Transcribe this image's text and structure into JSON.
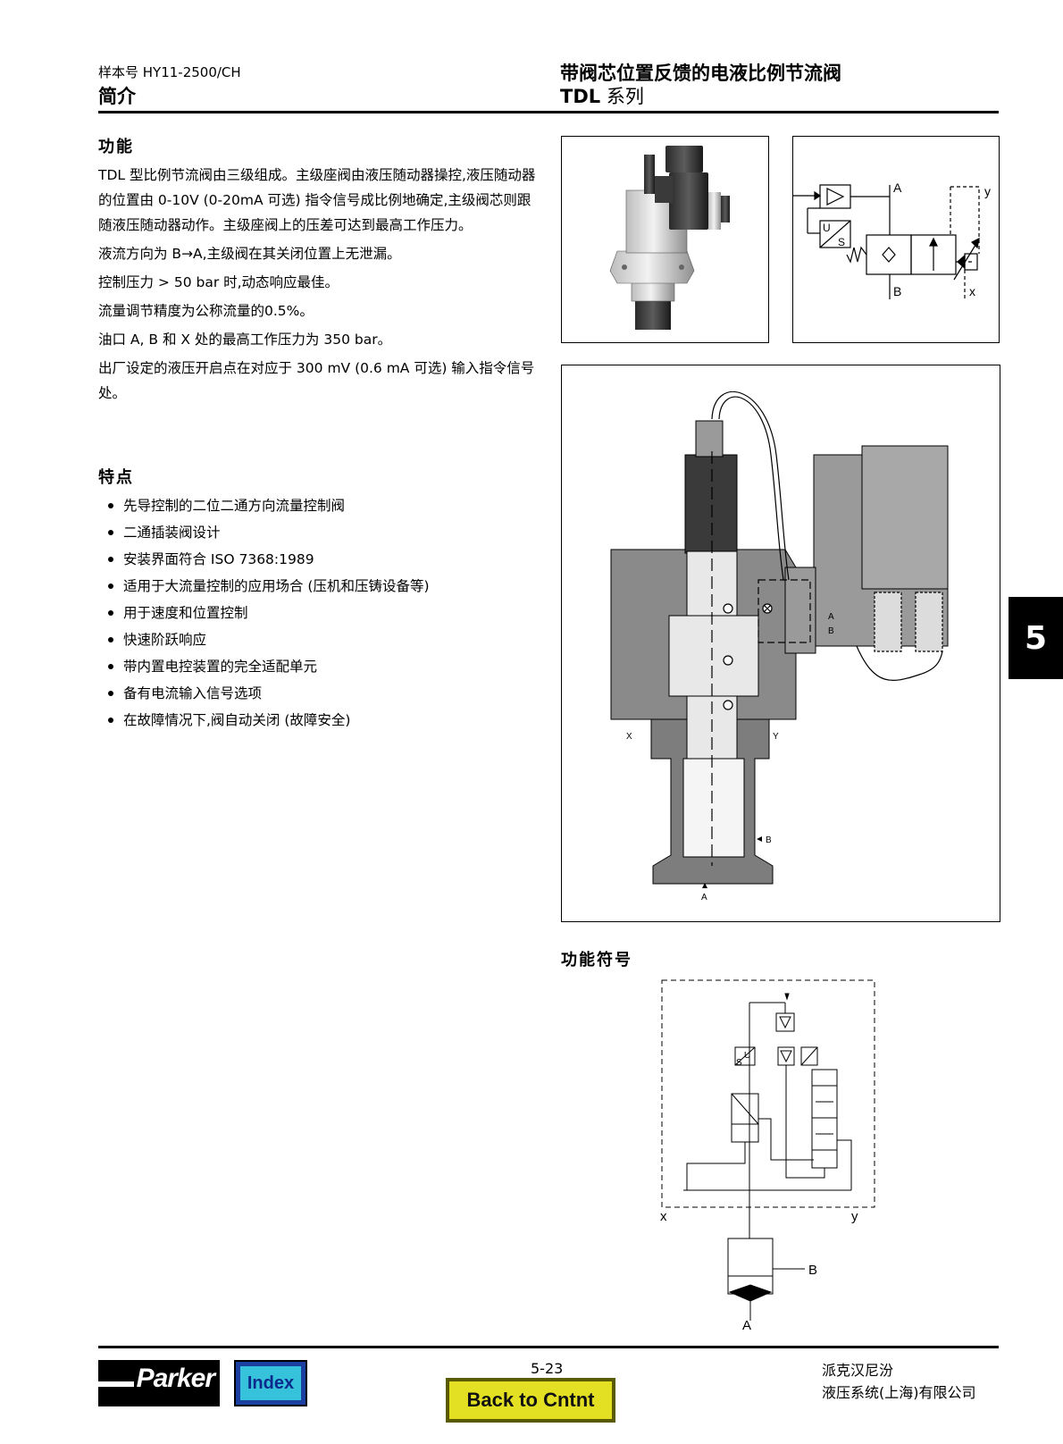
{
  "header": {
    "catalog_no": "样本号 HY11-2500/CH",
    "section": "简介",
    "title": "带阀芯位置反馈的电液比例节流阀",
    "series_bold": "TDL",
    "series_rest": " 系列"
  },
  "function_section": {
    "heading": "功能",
    "paragraphs": [
      "TDL 型比例节流阀由三级组成。主级座阀由液压随动器操控,液压随动器的位置由 0-10V (0-20mA 可选) 指令信号成比例地确定,主级阀芯则跟随液压随动器动作。主级座阀上的压差可达到最高工作压力。",
      "液流方向为 B→A,主级阀在其关闭位置上无泄漏。",
      "控制压力 > 50 bar 时,动态响应最佳。",
      "流量调节精度为公称流量的0.5%。",
      "油口 A, B 和 X 处的最高工作压力为 350 bar。",
      "出厂设定的液压开启点在对应于 300 mV (0.6 mA 可选) 输入指令信号处。"
    ]
  },
  "features_section": {
    "heading": "特点",
    "items": [
      "先导控制的二位二通方向流量控制阀",
      "二通插装阀设计",
      "安装界面符合 ISO 7368:1989",
      "适用于大流量控制的应用场合 (压机和压铸设备等)",
      "用于速度和位置控制",
      "快速阶跃响应",
      "带内置电控装置的完全适配单元",
      "备有电流输入信号选项",
      "在故障情况下,阀自动关闭 (故障安全)"
    ]
  },
  "symbol_box": {
    "port_a": "A",
    "port_b": "B",
    "port_x": "x",
    "port_y": "y",
    "u": "U",
    "s": "S"
  },
  "section_drawing": {
    "port_a": "A",
    "port_b": "B",
    "port_x": "X",
    "port_y": "Y",
    "pilot_a": "A",
    "pilot_b": "B"
  },
  "function_symbol": {
    "heading": "功能符号",
    "port_x": "x",
    "port_y": "y",
    "port_a": "A",
    "port_b": "B",
    "u": "U",
    "s": "S"
  },
  "side_tab": "5",
  "footer": {
    "logo": "Parker",
    "index_button": "Index",
    "page_number": "5-23",
    "back_button": "Back to Cntnt",
    "company_line1": "派克汉尼汾",
    "company_line2": "液压系统(上海)有限公司"
  }
}
